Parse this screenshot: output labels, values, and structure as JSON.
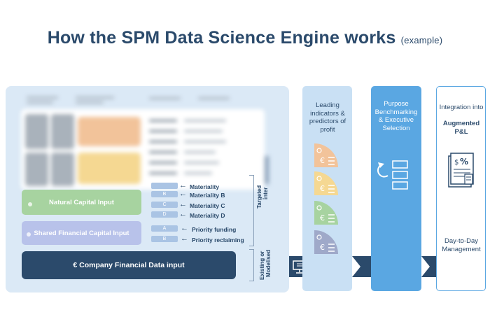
{
  "title": "How the SPM Data Science Engine works",
  "title_suffix": "(example)",
  "inputs": {
    "natural": "Natural Capital Input",
    "shared": "Shared Financial Capital Input",
    "company": "€ Company  Financial Data input"
  },
  "materiality": [
    {
      "tag": "B",
      "label": "Materiality B"
    },
    {
      "tag": "C",
      "label": "Materiality C"
    },
    {
      "tag": "D",
      "label": "Materiality D"
    }
  ],
  "materiality_partial": "Materiality",
  "priority": [
    {
      "tag": "A",
      "label": "Priority funding"
    },
    {
      "tag": "B",
      "label": "Priority reclaiming"
    }
  ],
  "side_labels": {
    "targeted": "Targeted",
    "targeted_2": "inter",
    "existing": "Existing or",
    "existing_2": "Modelised"
  },
  "columns": {
    "leading": "Leading indicators & predictors of profit",
    "purpose": "Purpose Benchmarking & Executive Selection",
    "integration_1": "Integration into",
    "integration_2": "Augmented P&L",
    "integration_footer": "Day-to-Day Management"
  },
  "colors": {
    "navy": "#2b4a6b",
    "light_blue": "#c9e0f4",
    "mid_blue": "#5aa7e2",
    "green": "#a7d3a0",
    "purple": "#b8c2ea",
    "orange": "#f2c39a",
    "yellow": "#f5d892",
    "slate": "#9fa9c9"
  },
  "icons": [
    "euro-list-icon",
    "computer-icon",
    "rotate-arrow-icon",
    "layout-blocks-icon",
    "report-icon"
  ]
}
